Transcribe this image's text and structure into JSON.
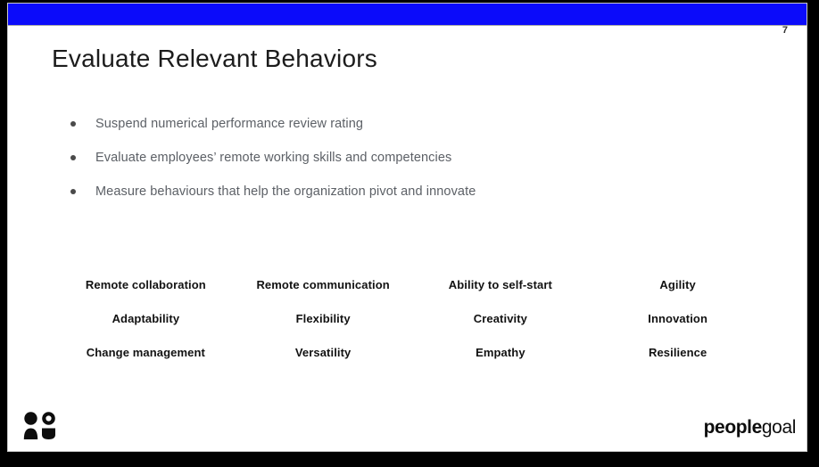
{
  "page": {
    "number": "7"
  },
  "slide": {
    "title": "Evaluate Relevant Behaviors",
    "bullets": [
      "Suspend numerical performance review rating",
      "Evaluate employees’ remote working skills and competencies",
      "Measure behaviours that help the organization pivot and innovate"
    ],
    "behaviors": {
      "rows": [
        [
          "Remote collaboration",
          "Remote communication",
          "Ability to self-start",
          "Agility"
        ],
        [
          "Adaptability",
          "Flexibility",
          "Creativity",
          "Innovation"
        ],
        [
          "Change management",
          "Versatility",
          "Empathy",
          "Resilience"
        ]
      ]
    },
    "footer": {
      "logo_icon": "people-icon",
      "brand_bold": "people",
      "brand_light": "goal"
    }
  },
  "colors": {
    "accent_blue": "#0b0bfa",
    "frame_black": "#000000",
    "slide_white": "#ffffff",
    "bullet_gray": "#5c6066",
    "text_black": "#121212"
  }
}
